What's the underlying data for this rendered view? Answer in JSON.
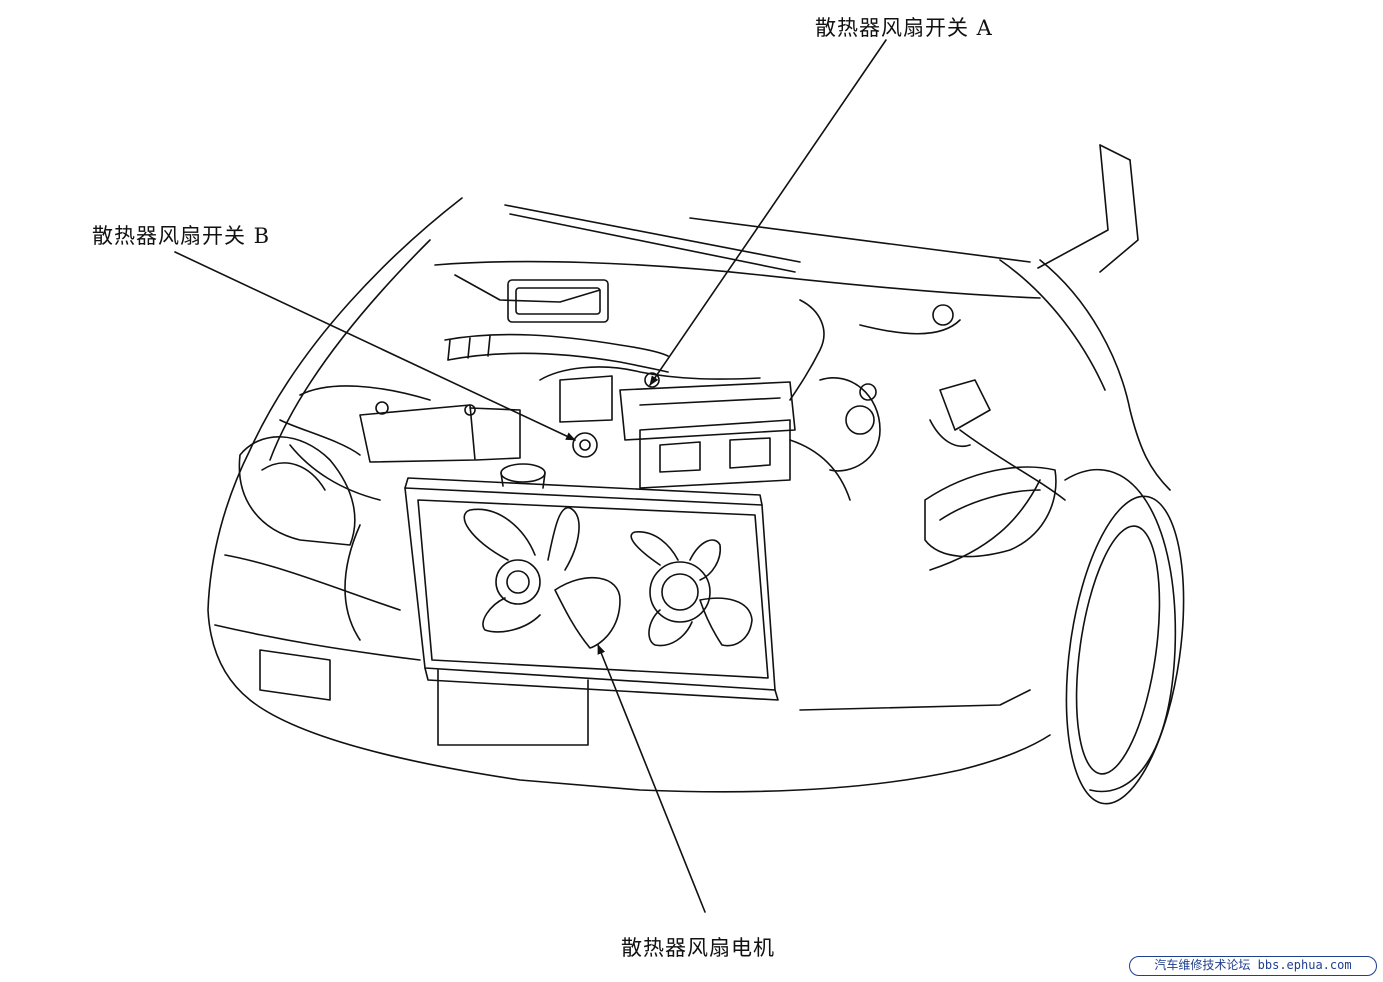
{
  "labels": {
    "fan_switch_a": "散热器风扇开关 A",
    "fan_switch_b": "散热器风扇开关 B",
    "fan_motor": "散热器风扇电机"
  },
  "watermark": "汽车维修技术论坛 bbs.ephua.com",
  "colors": {
    "line": "#111111",
    "watermark": "#1f3f8f"
  }
}
